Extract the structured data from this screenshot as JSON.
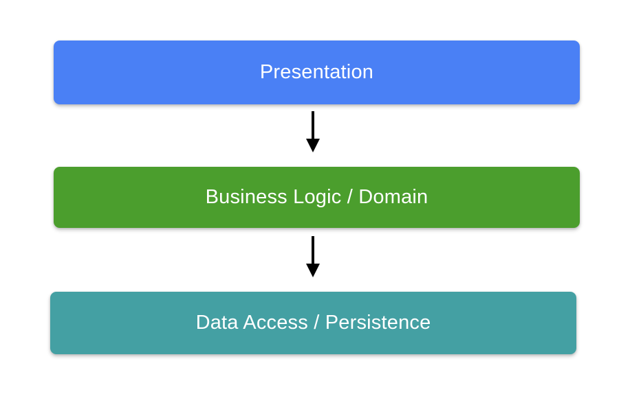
{
  "diagram": {
    "type": "layered-architecture-flow",
    "background_color": "#ffffff",
    "orientation": "vertical-top-down",
    "layers": [
      {
        "id": "presentation",
        "label": "Presentation",
        "color": "#4a80f5",
        "text_color": "#ffffff",
        "order": 1
      },
      {
        "id": "business",
        "label": "Business Logic / Domain",
        "color": "#4b9e2d",
        "text_color": "#ffffff",
        "order": 2
      },
      {
        "id": "data",
        "label": "Data Access / Persistence",
        "color": "#44a0a3",
        "text_color": "#ffffff",
        "order": 3
      }
    ],
    "connectors": [
      {
        "id": "presentation-to-business",
        "from": "presentation",
        "to": "business",
        "style": "solid-arrow",
        "color": "#000000"
      },
      {
        "id": "business-to-data",
        "from": "business",
        "to": "data",
        "style": "solid-arrow",
        "color": "#000000"
      }
    ]
  }
}
